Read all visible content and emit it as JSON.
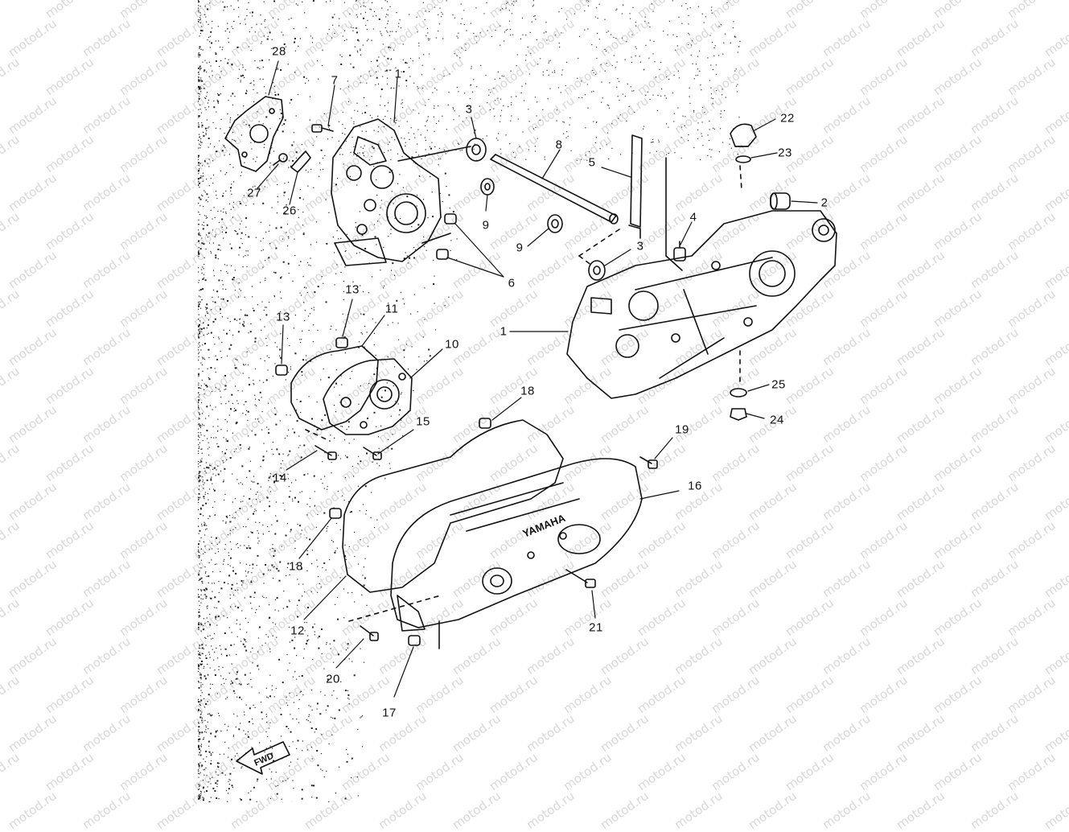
{
  "watermark": "motod.ru",
  "callouts": [
    {
      "id": "28",
      "text": "28"
    },
    {
      "id": "7",
      "text": "7"
    },
    {
      "id": "1a",
      "text": "1"
    },
    {
      "id": "3a",
      "text": "3"
    },
    {
      "id": "8",
      "text": "8"
    },
    {
      "id": "5",
      "text": "5"
    },
    {
      "id": "22",
      "text": "22"
    },
    {
      "id": "23",
      "text": "23"
    },
    {
      "id": "2",
      "text": "2"
    },
    {
      "id": "27",
      "text": "27"
    },
    {
      "id": "26",
      "text": "26"
    },
    {
      "id": "9a",
      "text": "9"
    },
    {
      "id": "9b",
      "text": "9"
    },
    {
      "id": "4",
      "text": "4"
    },
    {
      "id": "3b",
      "text": "3"
    },
    {
      "id": "6",
      "text": "6"
    },
    {
      "id": "13a",
      "text": "13"
    },
    {
      "id": "11",
      "text": "11"
    },
    {
      "id": "13b",
      "text": "13"
    },
    {
      "id": "1b",
      "text": "1"
    },
    {
      "id": "10",
      "text": "10"
    },
    {
      "id": "25",
      "text": "25"
    },
    {
      "id": "18a",
      "text": "18"
    },
    {
      "id": "24",
      "text": "24"
    },
    {
      "id": "15",
      "text": "15"
    },
    {
      "id": "19",
      "text": "19"
    },
    {
      "id": "14",
      "text": "14"
    },
    {
      "id": "16",
      "text": "16"
    },
    {
      "id": "18b",
      "text": "18"
    },
    {
      "id": "12",
      "text": "12"
    },
    {
      "id": "21",
      "text": "21"
    },
    {
      "id": "20",
      "text": "20"
    },
    {
      "id": "17",
      "text": "17"
    }
  ],
  "cover_logo": "YAMAHA",
  "fwd_label": "FWD"
}
